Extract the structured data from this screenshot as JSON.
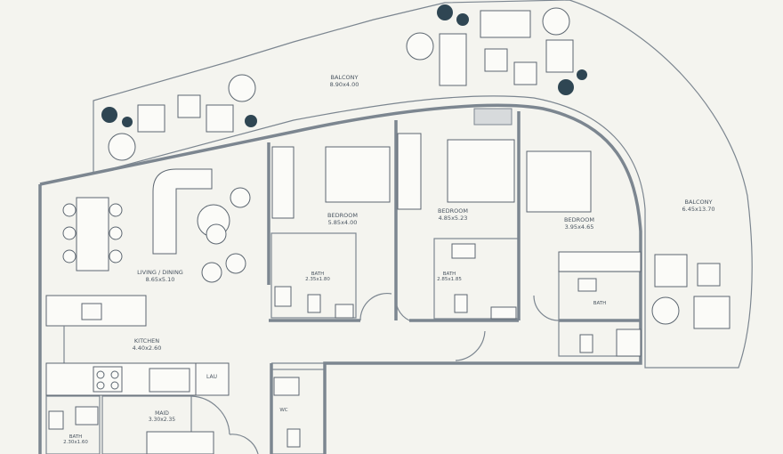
{
  "rooms": {
    "balcony_top": {
      "name": "BALCONY",
      "dims": "8.90x4.00"
    },
    "balcony_right": {
      "name": "BALCONY",
      "dims": "6.45x13.70"
    },
    "bedroom_1": {
      "name": "BEDROOM",
      "dims": "5.85x4.00"
    },
    "bedroom_2": {
      "name": "BEDROOM",
      "dims": "4.85x5.23"
    },
    "bedroom_3": {
      "name": "BEDROOM",
      "dims": "3.95x4.65"
    },
    "living_dining": {
      "name": "LIVING / DINING",
      "dims": "8.65x5.10"
    },
    "kitchen": {
      "name": "KITCHEN",
      "dims": "4.40x2.60"
    },
    "bath_1": {
      "name": "BATH",
      "dims": "2.35x1.80"
    },
    "bath_2": {
      "name": "BATH",
      "dims": "2.85x1.85"
    },
    "bath_3": {
      "name": "BATH",
      "dims": ""
    },
    "bath_4": {
      "name": "BATH",
      "dims": "2.30x1.60"
    },
    "maid": {
      "name": "MAID",
      "dims": "3.30x2.35"
    },
    "wc": {
      "name": "WC",
      "dims": ""
    },
    "laundry": {
      "name": "LAU"
    }
  },
  "colors": {
    "wall": "#7c8690",
    "furniture_line": "#5c6670",
    "plant": "#2f4653",
    "background": "#f4f4ef"
  }
}
